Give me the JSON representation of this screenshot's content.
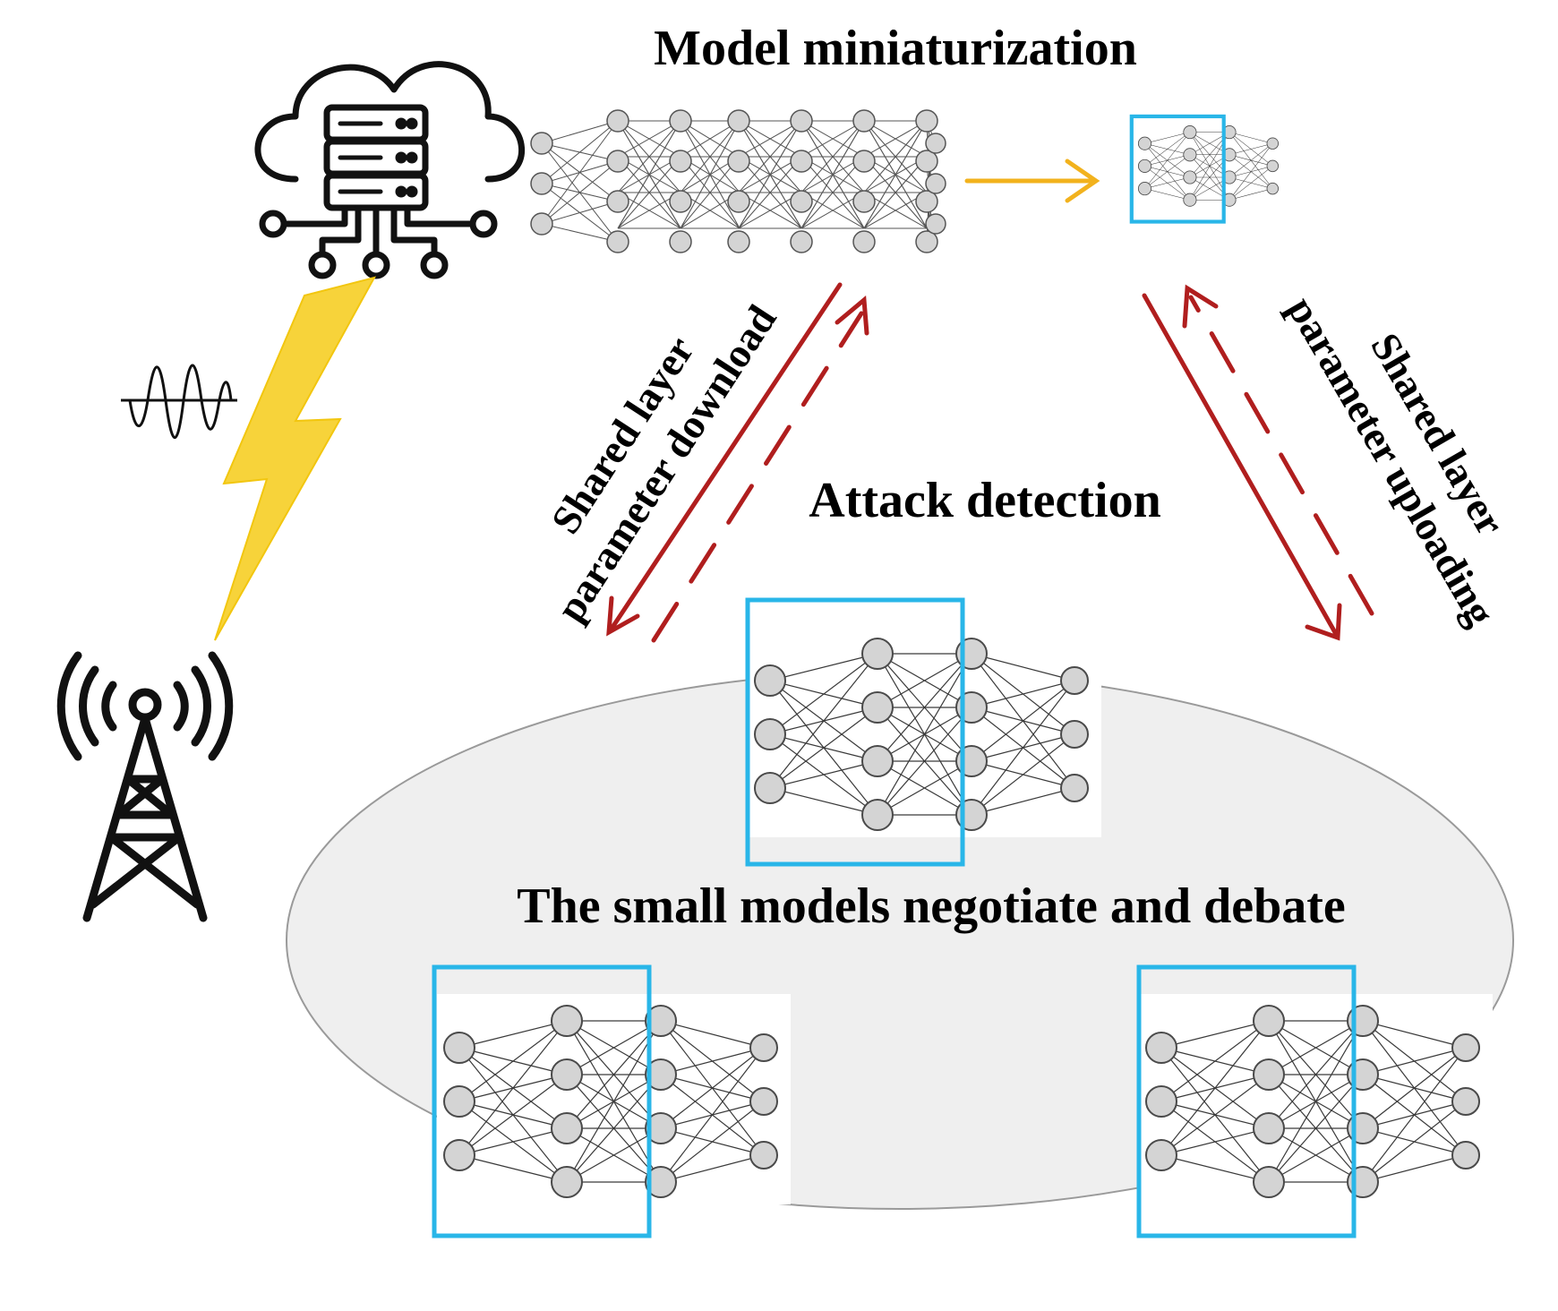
{
  "labels": {
    "model_miniaturization": "Model miniaturization",
    "attack_detection": "Attack detection",
    "negotiate_debate": "The small models negotiate and debate",
    "download_line1": "Shared layer",
    "download_line2": "parameter download",
    "upload_line1": "Shared layer",
    "upload_line2": "parameter uploading"
  },
  "colors": {
    "accent_box": "#29b6e8",
    "red_arrow": "#b01e1e",
    "orange_arrow": "#f2b21d",
    "lightning": "#f7d33a",
    "cluster_fill": "#efefef",
    "node_fill": "#d4d4d4"
  },
  "icons": {
    "cloud_server": "cloud-server-icon",
    "antenna": "antenna-tower-icon",
    "signal": "signal-wave-icon",
    "lightning": "lightning-bolt-icon"
  }
}
